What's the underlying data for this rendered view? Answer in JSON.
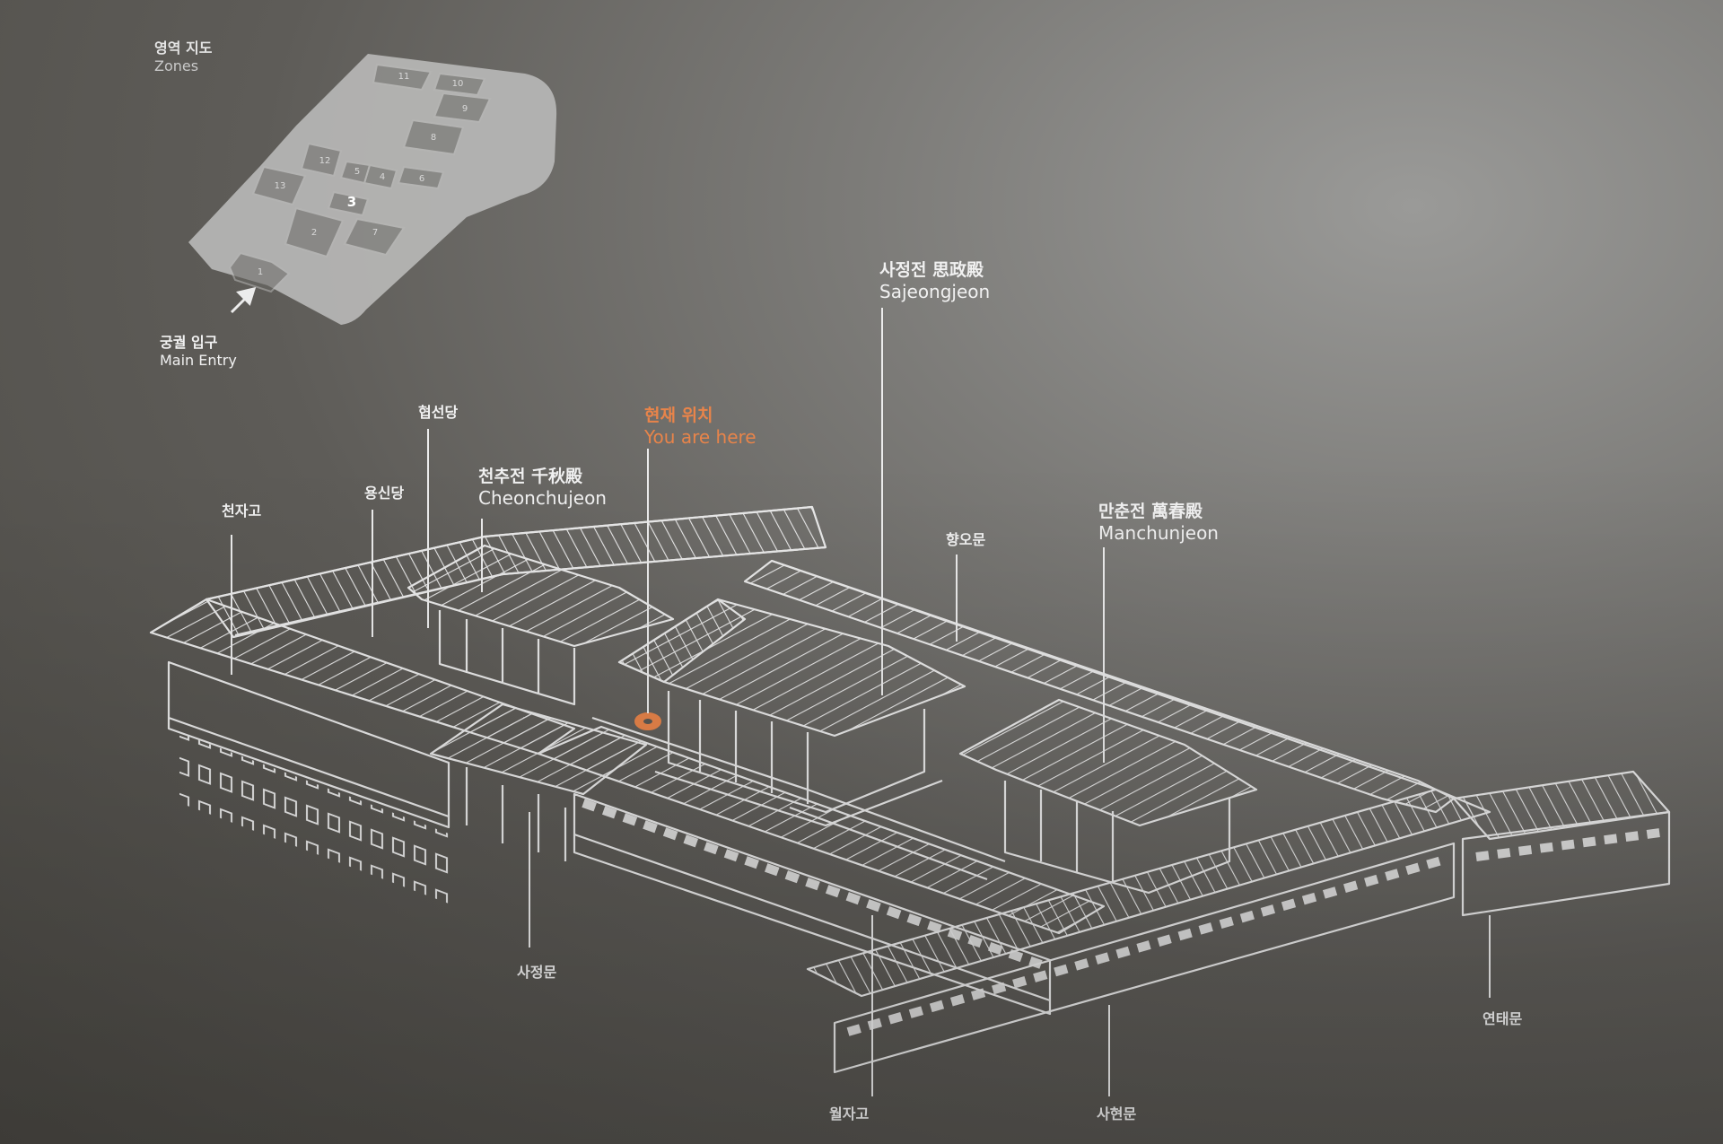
{
  "zone_map": {
    "title_ko": "영역 지도",
    "title_en": "Zones",
    "entry_ko": "궁궐 입구",
    "entry_en": "Main Entry",
    "zones": [
      "1",
      "2",
      "3",
      "4",
      "5",
      "6",
      "7",
      "8",
      "9",
      "10",
      "11",
      "12",
      "13"
    ],
    "current_zone": "3"
  },
  "current_location": {
    "label_ko": "현재 위치",
    "label_en": "You are here",
    "color": "#e8844a"
  },
  "buildings": {
    "sajeongjeon": {
      "ko": "사정전 思政殿",
      "en": "Sajeongjeon"
    },
    "cheonchujeon": {
      "ko": "천추전 千秋殿",
      "en": "Cheonchujeon"
    },
    "manchunjeon": {
      "ko": "만춘전 萬春殿",
      "en": "Manchunjeon"
    },
    "hyeopseondang": {
      "ko": "협선당"
    },
    "yongsindang": {
      "ko": "용신당"
    },
    "cheonjago": {
      "ko": "천자고"
    },
    "hyangomun": {
      "ko": "향오문"
    },
    "sajeongmun": {
      "ko": "사정문"
    },
    "woljago": {
      "ko": "월자고"
    },
    "sahyeonmun": {
      "ko": "사현문"
    },
    "yeontaemun": {
      "ko": "연태문"
    }
  },
  "colors": {
    "line": "#e9e9e9",
    "accent": "#e8844a",
    "zone_fill": "#b5b5b5",
    "zone_dark": "#5a5955"
  }
}
